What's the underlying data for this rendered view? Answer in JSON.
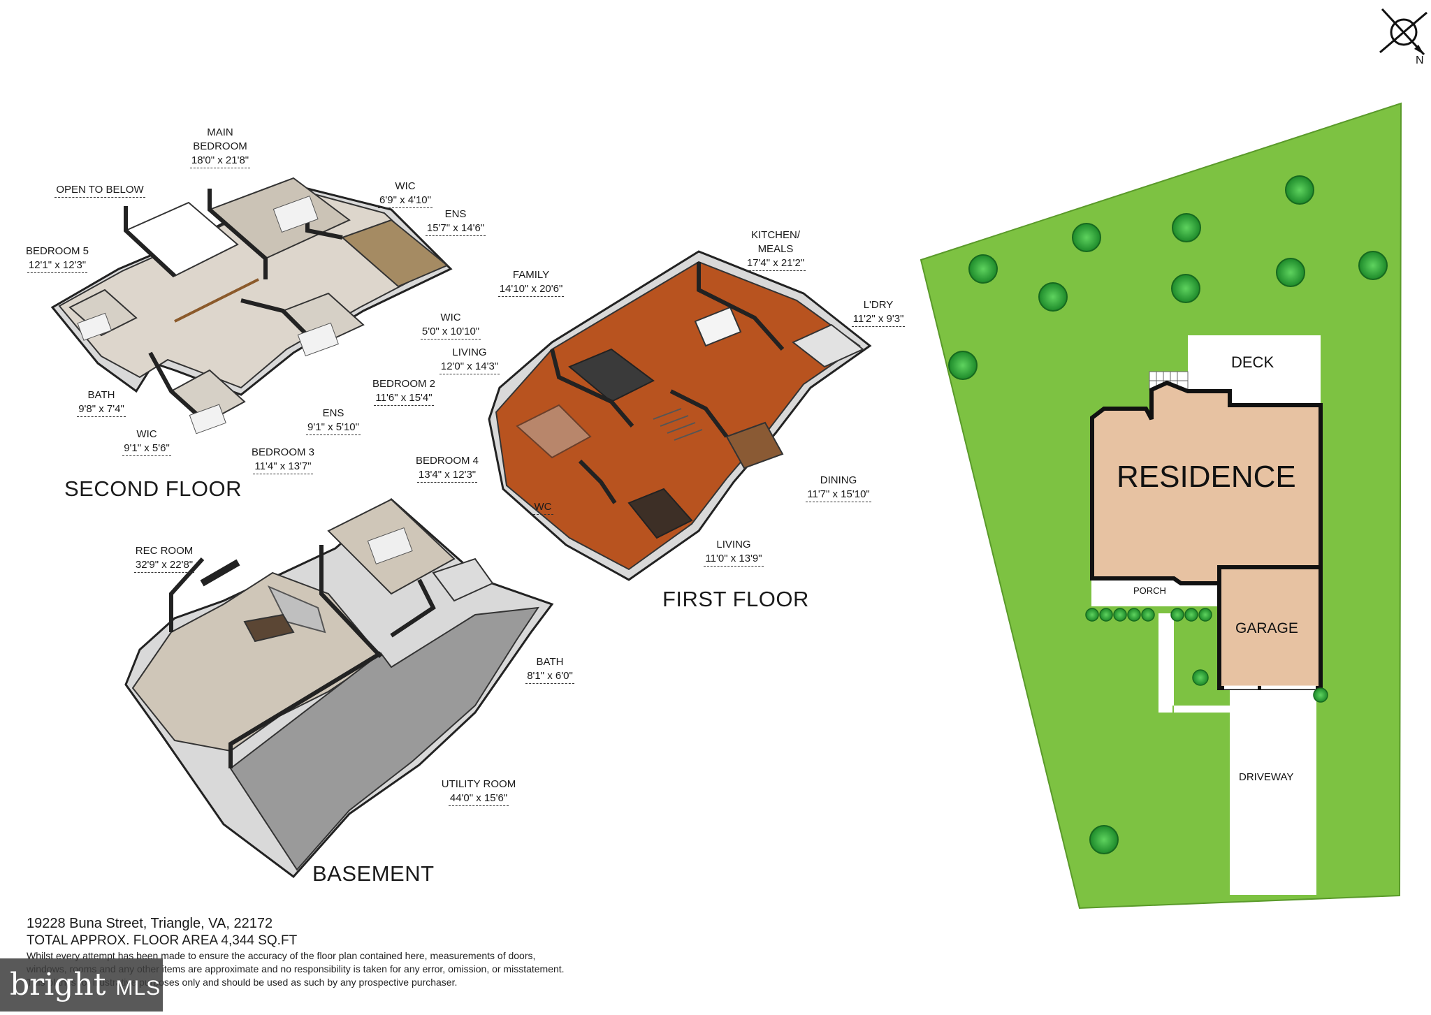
{
  "address": "19228 Buna Street, Triangle, VA, 22172",
  "total_area": "TOTAL APPROX. FLOOR AREA 4,344 SQ.FT",
  "disclaimer_lines": [
    "Whilst every attempt has been made to ensure the accuracy of the floor plan contained here, measurements of doors,",
    "windows, rooms and any other items are approximate and no responsibility is taken for any error, omission, or misstatement.",
    "This plan is for illustrative purposes only and should be used as such by any prospective purchaser."
  ],
  "watermark": {
    "brand": "bright",
    "suffix": "MLS"
  },
  "compass": {
    "north_label": "N"
  },
  "floors": {
    "second": "SECOND FLOOR",
    "first": "FIRST FLOOR",
    "basement": "BASEMENT"
  },
  "rooms": {
    "main_bedroom": {
      "name_1": "MAIN",
      "name_2": "BEDROOM",
      "dim": "18'0\" x 21'8\""
    },
    "open_to_below": {
      "name": "OPEN TO BELOW"
    },
    "wic_1": {
      "name": "WIC",
      "dim": "6'9\" x 4'10\""
    },
    "ens_1": {
      "name": "ENS",
      "dim": "15'7\" x 14'6\""
    },
    "bedroom_5": {
      "name": "BEDROOM 5",
      "dim": "12'1\" x 12'3\""
    },
    "wic_2": {
      "name": "WIC",
      "dim": "5'0\" x 10'10\""
    },
    "bedroom_2": {
      "name": "BEDROOM 2",
      "dim": "11'6\" x 15'4\""
    },
    "bath_2f": {
      "name": "BATH",
      "dim": "9'8\" x 7'4\""
    },
    "ens_2": {
      "name": "ENS",
      "dim": "9'1\" x 5'10\""
    },
    "wic_3": {
      "name": "WIC",
      "dim": "9'1\" x 5'6\""
    },
    "bedroom_3": {
      "name": "BEDROOM 3",
      "dim": "11'4\" x 13'7\""
    },
    "family": {
      "name": "FAMILY",
      "dim": "14'10\" x 20'6\""
    },
    "kitchen": {
      "name_1": "KITCHEN/",
      "name_2": "MEALS",
      "dim": "17'4\" x 21'2\""
    },
    "laundry": {
      "name": "L'DRY",
      "dim": "11'2\" x 9'3\""
    },
    "living_1": {
      "name": "LIVING",
      "dim": "12'0\" x 14'3\""
    },
    "dining": {
      "name": "DINING",
      "dim": "11'7\" x 15'10\""
    },
    "wc": {
      "name": "WC"
    },
    "living_2": {
      "name": "LIVING",
      "dim": "11'0\" x 13'9\""
    },
    "bedroom_4": {
      "name": "BEDROOM 4",
      "dim": "13'4\" x 12'3\""
    },
    "rec_room": {
      "name": "REC ROOM",
      "dim": "32'9\" x 22'8\""
    },
    "bath_b": {
      "name": "BATH",
      "dim": "8'1\" x 6'0\""
    },
    "utility": {
      "name": "UTILITY ROOM",
      "dim": "44'0\" x 15'6\""
    }
  },
  "site": {
    "residence": "RESIDENCE",
    "deck": "DECK",
    "porch": "PORCH",
    "garage": "GARAGE",
    "driveway": "DRIVEWAY"
  },
  "colors": {
    "lawn": "#7dc242",
    "residence": "#e7c2a2",
    "garage": "#e7c2a2",
    "wood_floor": "#b8531f",
    "concrete": "#9a9a9a",
    "carpet": "#d8d2c8"
  }
}
